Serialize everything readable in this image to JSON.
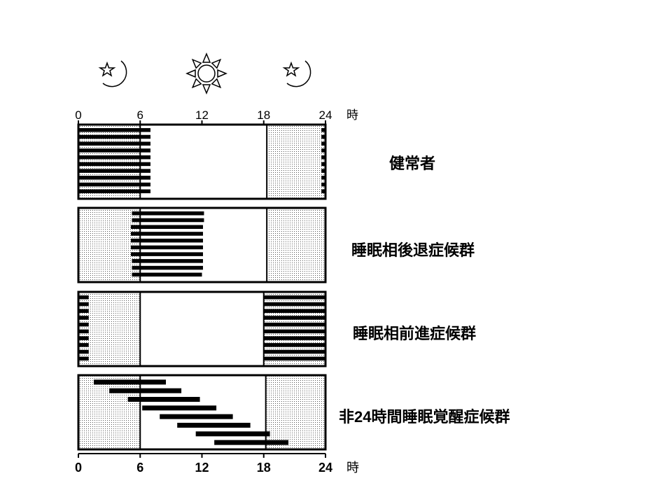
{
  "axis": {
    "ticks": [
      "0",
      "6",
      "12",
      "18",
      "24"
    ],
    "unit": "時"
  },
  "icons": [
    "moon-star-icon",
    "sun-icon",
    "moon-star-icon"
  ],
  "panels": [
    {
      "label": "健常者",
      "night_end": 6,
      "night_start": 18.3,
      "bars": [
        [
          0,
          7
        ],
        [
          0,
          7
        ],
        [
          0,
          7
        ],
        [
          0,
          7
        ],
        [
          0,
          7
        ],
        [
          0,
          7
        ],
        [
          0,
          7
        ],
        [
          0,
          7
        ],
        [
          0,
          7
        ],
        [
          0,
          7
        ]
      ],
      "late_bars": [
        [
          23.6,
          24
        ],
        [
          23.6,
          24
        ],
        [
          23.6,
          24
        ],
        [
          23.6,
          24
        ],
        [
          23.6,
          24
        ],
        [
          23.6,
          24
        ],
        [
          23.6,
          24
        ],
        [
          23.6,
          24
        ],
        [
          23.6,
          24
        ],
        [
          23.6,
          24
        ]
      ]
    },
    {
      "label": "睡眠相後退症候群",
      "night_end": 6,
      "night_start": 18.3,
      "bars": [
        [
          5.2,
          12.2
        ],
        [
          5.2,
          12.2
        ],
        [
          5.1,
          12.1
        ],
        [
          5.1,
          12.1
        ],
        [
          5.1,
          12.1
        ],
        [
          5.1,
          12.1
        ],
        [
          5.1,
          12.1
        ],
        [
          5.2,
          12.1
        ],
        [
          5.2,
          12.1
        ],
        [
          5.2,
          12.0
        ]
      ]
    },
    {
      "label": "睡眠相前進症候群",
      "night_end": 6,
      "night_start": 18,
      "bars": [
        [
          0,
          1
        ],
        [
          0,
          1
        ],
        [
          0,
          1
        ],
        [
          0,
          1
        ],
        [
          0,
          1
        ],
        [
          0,
          1
        ],
        [
          0,
          1
        ],
        [
          0,
          1
        ],
        [
          0,
          1
        ],
        [
          0,
          1
        ]
      ],
      "late_bars": [
        [
          18,
          24
        ],
        [
          18,
          24
        ],
        [
          18,
          24
        ],
        [
          18,
          24
        ],
        [
          18,
          24
        ],
        [
          18,
          24
        ],
        [
          18,
          24
        ],
        [
          18,
          24
        ],
        [
          18,
          24
        ],
        [
          18,
          24
        ]
      ]
    },
    {
      "label": "非24時間睡眠覚醒症候群",
      "night_end": 6,
      "night_start": 18.2,
      "bars": [
        [
          1.5,
          8.5
        ],
        [
          3,
          10
        ],
        [
          4.8,
          11.8
        ],
        [
          6.2,
          13.4
        ],
        [
          7.9,
          15
        ],
        [
          9.6,
          16.7
        ],
        [
          11.4,
          18.6
        ],
        [
          13.2,
          20.4
        ]
      ]
    }
  ]
}
